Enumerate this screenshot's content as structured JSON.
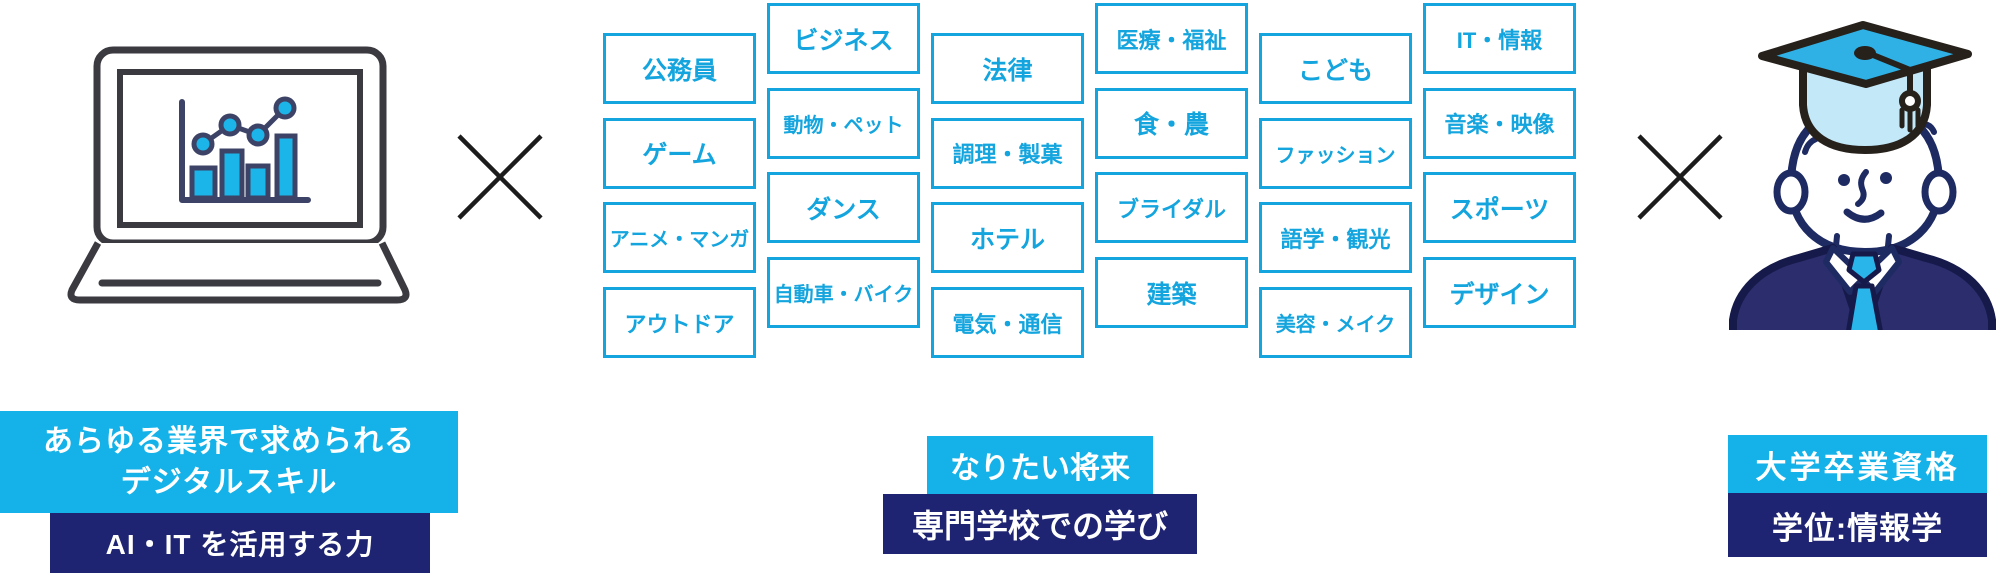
{
  "diagram": {
    "left_icon": "laptop-analytics-icon",
    "right_icon": "graduate-icon",
    "operator": "×"
  },
  "categories": {
    "columns": [
      {
        "items": [
          "公務員",
          "ゲーム",
          "アニメ・マンガ",
          "アウトドア"
        ]
      },
      {
        "items": [
          "ビジネス",
          "動物・ペット",
          "ダンス",
          "自動車・バイク"
        ]
      },
      {
        "items": [
          "法律",
          "調理・製菓",
          "ホテル",
          "電気・通信"
        ]
      },
      {
        "items": [
          "医療・福祉",
          "食・農",
          "ブライダル",
          "建築"
        ]
      },
      {
        "items": [
          "こども",
          "ファッション",
          "語学・観光",
          "美容・メイク"
        ]
      },
      {
        "items": [
          "IT・情報",
          "音楽・映像",
          "スポーツ",
          "デザイン"
        ]
      }
    ]
  },
  "labels": {
    "left": {
      "line1": "あらゆる業界で求められる",
      "line2": "デジタルスキル",
      "sub": "AI・IT を活用する力"
    },
    "middle": {
      "top": "なりたい将来",
      "bottom": "専門学校での学び"
    },
    "right": {
      "top": "大学卒業資格",
      "bottom": "学位:情報学"
    }
  },
  "colors": {
    "cyan_accent": "#14a5de",
    "cyan_label_bg": "#14b2e8",
    "navy_label_bg": "#1f2472",
    "bar_cyan": "#1cb5e9",
    "chart_navy": "#3d4366",
    "laptop_outline": "#3a3a40",
    "multiply_black": "#1c1c1c",
    "cap_cyan": "#2fb1e5",
    "cap_band_blue": "#c3e8f8",
    "suit_navy": "#2b2d6d",
    "tie_cyan": "#2ab5ea",
    "face_outline_navy": "#1e2b63"
  }
}
